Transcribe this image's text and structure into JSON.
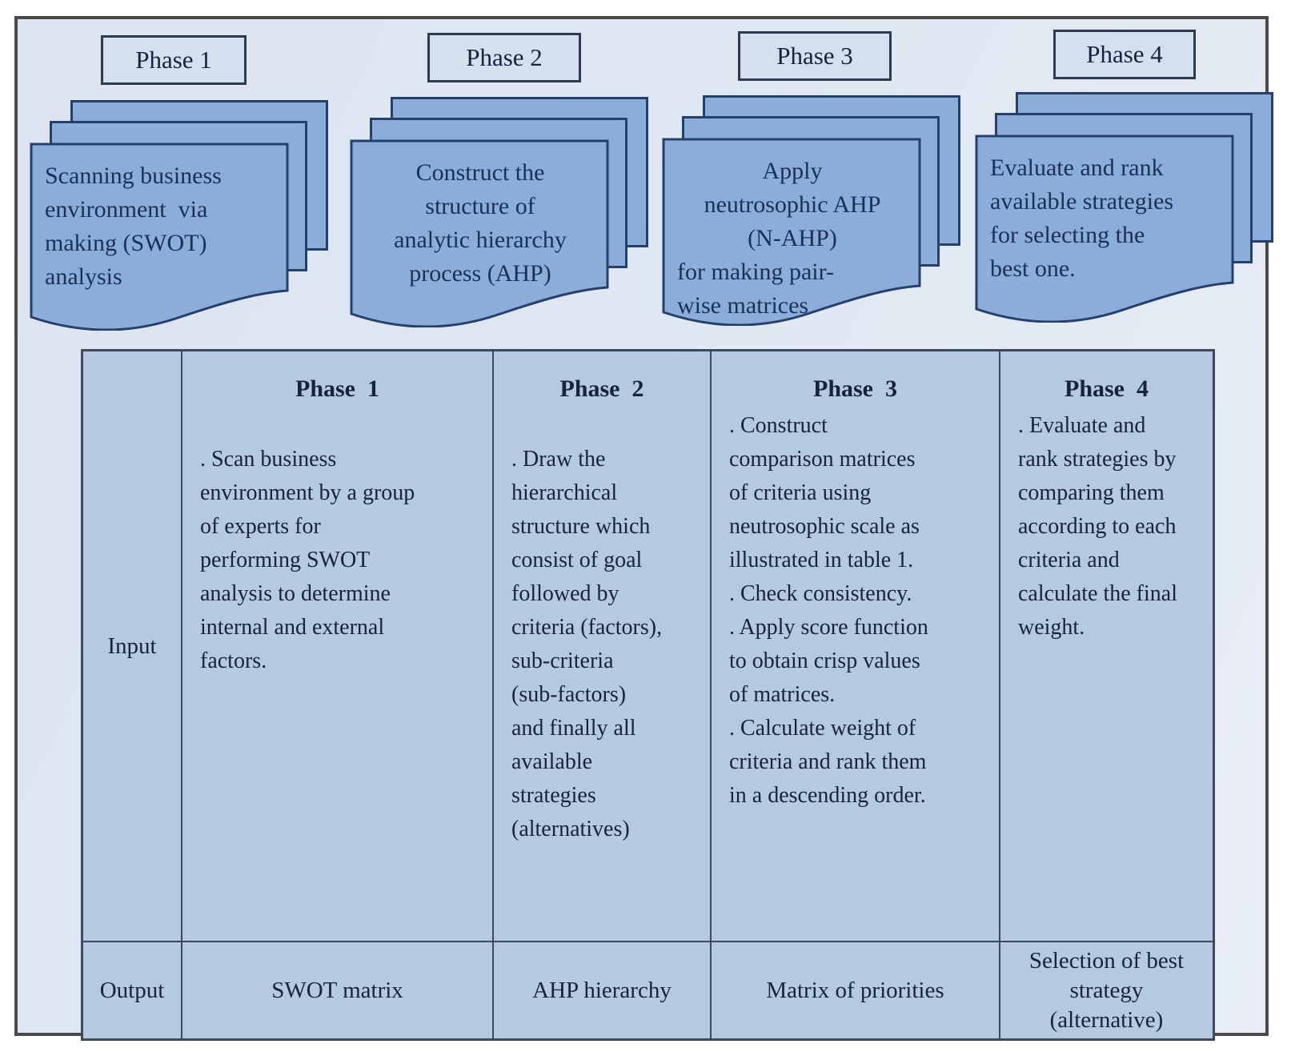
{
  "colors": {
    "background_start": "#dde4f0",
    "background_mid": "#dfe7f2",
    "background_end": "#e9eef6",
    "frame_border": "#4a4a4a",
    "document_fill": "#8badd9",
    "document_border": "#25416b",
    "phase_box_fill": "#d5e0ef",
    "phase_box_border": "#2d3b52",
    "table_fill": "#b6c9e2",
    "table_border": "#3e4a5c",
    "ink": "#15233f",
    "doc_ink": "#1b3055"
  },
  "phases": [
    "Phase 1",
    "Phase 2",
    "Phase 3",
    "Phase 4"
  ],
  "documents": [
    {
      "lines": [
        {
          "t": "Scanning business",
          "a": "left"
        },
        {
          "t": "environment  via",
          "a": "left"
        },
        {
          "t": "making (SWOT)",
          "a": "left"
        },
        {
          "t": "analysis",
          "a": "left"
        }
      ]
    },
    {
      "lines": [
        {
          "t": "Construct the",
          "a": "center"
        },
        {
          "t": "structure of",
          "a": "center"
        },
        {
          "t": "analytic hierarchy",
          "a": "center"
        },
        {
          "t": "process (AHP)",
          "a": "center"
        }
      ]
    },
    {
      "lines": [
        {
          "t": "Apply",
          "a": "center"
        },
        {
          "t": "neutrosophic AHP",
          "a": "center"
        },
        {
          "t": "(N-AHP)",
          "a": "center"
        },
        {
          "t": "for making pair-",
          "a": "left"
        },
        {
          "t": "wise matrices",
          "a": "left"
        }
      ]
    },
    {
      "lines": [
        {
          "t": "Evaluate and rank",
          "a": "left"
        },
        {
          "t": "available strategies",
          "a": "left"
        },
        {
          "t": "for selecting the",
          "a": "left"
        },
        {
          "t": "best one.",
          "a": "left"
        }
      ]
    }
  ],
  "table": {
    "input_label": "Input",
    "output_label": "Output",
    "columns": [
      {
        "header": "Phase  1",
        "input": "\n. Scan business\nenvironment by a group\nof experts for\nperforming SWOT\nanalysis to determine\ninternal and external\nfactors.",
        "output": "SWOT matrix"
      },
      {
        "header": "Phase  2",
        "input": "\n. Draw the\nhierarchical\nstructure which\nconsist of goal\nfollowed by\ncriteria (factors),\nsub-criteria\n(sub-factors)\nand finally all\navailable\nstrategies\n(alternatives)",
        "output": "AHP hierarchy"
      },
      {
        "header": "Phase  3",
        "input": ". Construct\ncomparison matrices\nof criteria using\nneutrosophic scale as\nillustrated in table 1.\n. Check consistency.\n. Apply score function\nto obtain crisp values\nof matrices.\n. Calculate weight of\ncriteria and rank them\nin a descending order.",
        "output": "Matrix of priorities"
      },
      {
        "header": "Phase  4",
        "input": ". Evaluate and\nrank strategies by\ncomparing them\naccording to each\ncriteria and\ncalculate the final\nweight.",
        "output": "Selection of best\nstrategy\n(alternative)"
      }
    ]
  }
}
